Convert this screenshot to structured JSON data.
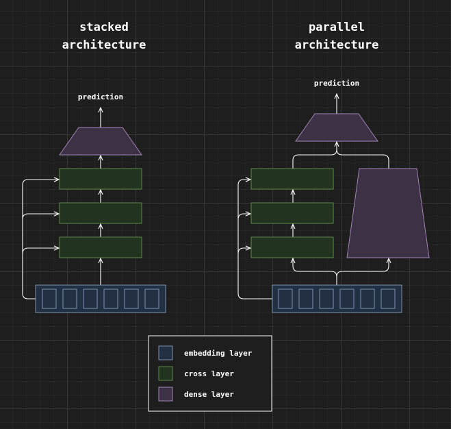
{
  "colors": {
    "background": "#1e1e1e",
    "embedding_fill": "#232f42",
    "embedding_stroke": "#7f93b3",
    "cross_fill": "#22331f",
    "cross_stroke": "#5d8a4c",
    "dense_fill": "#3d3146",
    "dense_stroke": "#a286b5",
    "line": "#ffffff"
  },
  "stacked": {
    "title_line1": "stacked",
    "title_line2": "architecture",
    "output_label": "prediction"
  },
  "parallel": {
    "title_line1": "parallel",
    "title_line2": "architecture",
    "output_label": "prediction"
  },
  "legend": {
    "items": [
      {
        "label": "embedding layer",
        "kind": "embedding"
      },
      {
        "label": "cross layer",
        "kind": "cross"
      },
      {
        "label": "dense layer",
        "kind": "dense"
      }
    ]
  }
}
